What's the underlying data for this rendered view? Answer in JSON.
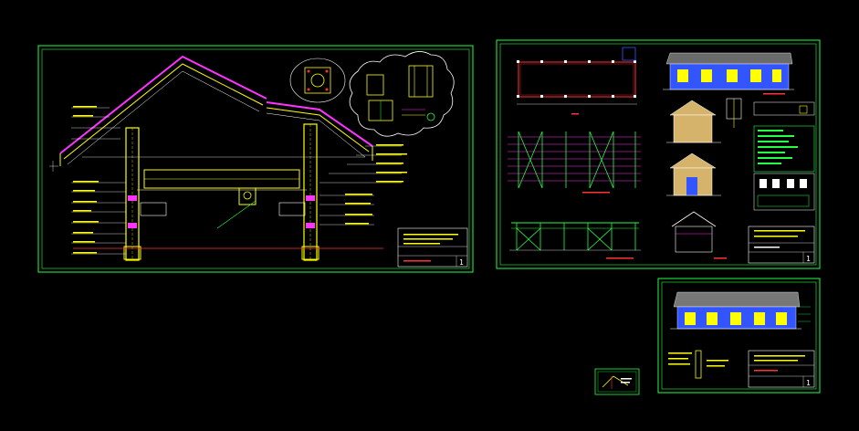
{
  "viewport": {
    "background": "#000000"
  },
  "colors": {
    "frame": "#22ff44",
    "structure": "#ffff00",
    "roof": "#ff33ff",
    "dimension": "#ff3333",
    "annotation": "#00ffff",
    "white": "#ffffff",
    "blue": "#3355ff",
    "panel": "#22ff44"
  },
  "sheets": [
    {
      "id": "sheet-1",
      "content": "roof-section-detail",
      "title_block": {
        "sheet_number": "1"
      }
    },
    {
      "id": "sheet-2",
      "content": "plans-elevations-sections",
      "title_block": {
        "sheet_number": "1"
      }
    },
    {
      "id": "sheet-3",
      "content": "front-elevation",
      "title_block": {
        "sheet_number": "1"
      }
    },
    {
      "id": "sheet-4",
      "content": "small-detail-thumbnail"
    }
  ],
  "icons": {
    "column_detail": "column-detail-icon",
    "cloud_callout": "revision-cloud-icon"
  }
}
